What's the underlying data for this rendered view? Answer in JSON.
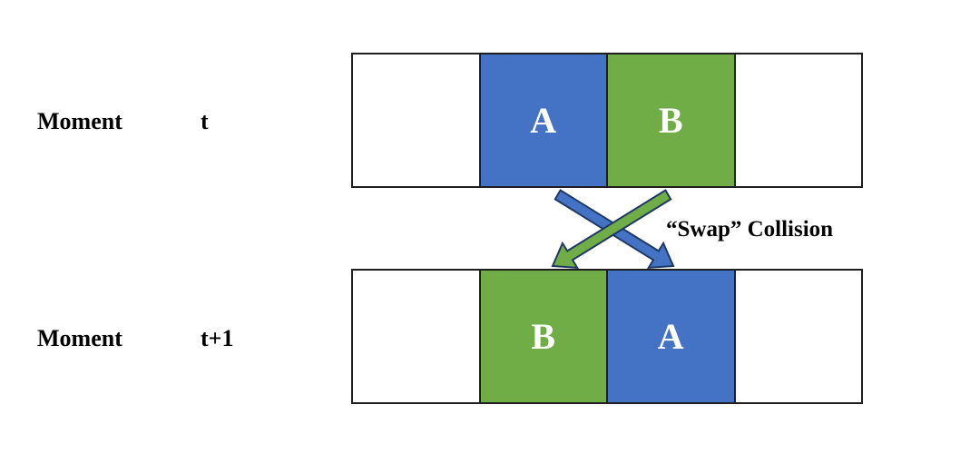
{
  "rows": [
    {
      "moment_label": "Moment",
      "time_label": "t",
      "cells": [
        {
          "text": "",
          "color": "#ffffff"
        },
        {
          "text": "A",
          "color": "#4472c4"
        },
        {
          "text": "B",
          "color": "#70ad47"
        },
        {
          "text": "",
          "color": "#ffffff"
        }
      ]
    },
    {
      "moment_label": "Moment",
      "time_label": "t+1",
      "cells": [
        {
          "text": "",
          "color": "#ffffff"
        },
        {
          "text": "B",
          "color": "#70ad47"
        },
        {
          "text": "A",
          "color": "#4472c4"
        },
        {
          "text": "",
          "color": "#ffffff"
        }
      ]
    }
  ],
  "collision_label": "“Swap” Collision",
  "colors": {
    "agent_a": "#4472c4",
    "agent_b": "#70ad47",
    "arrow_outline": "#1f3864",
    "border": "#1f1f1f"
  }
}
